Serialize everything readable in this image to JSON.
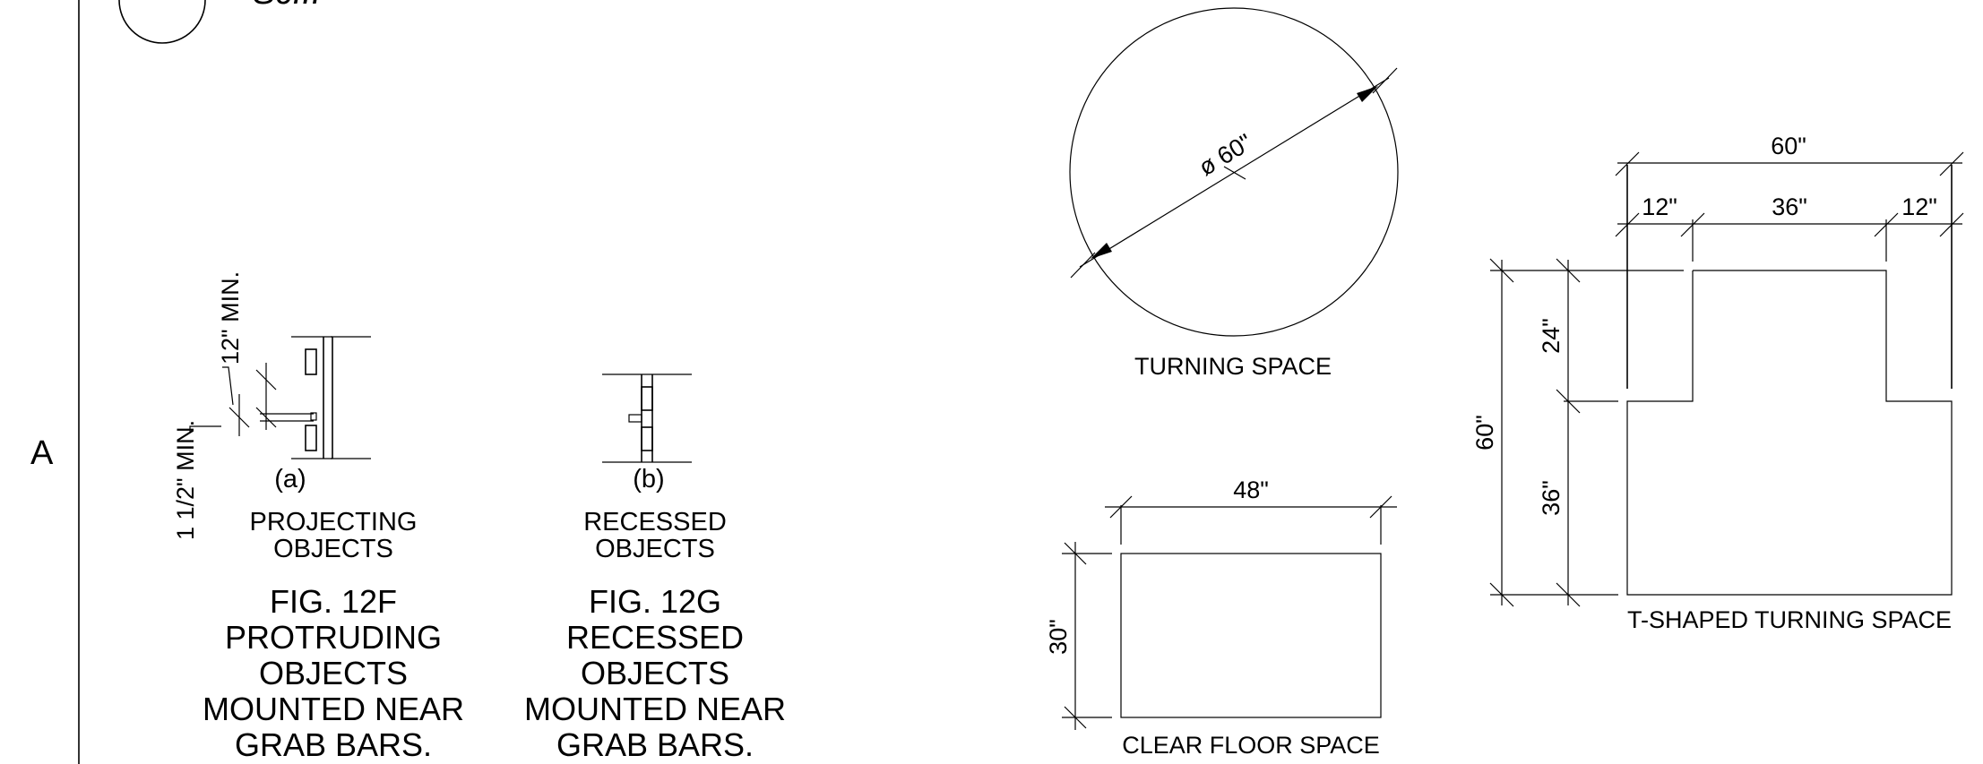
{
  "sheet": {
    "row_marker": "A",
    "title_fragment": "Sc..."
  },
  "detail_12f": {
    "view_label": "(a)",
    "caption": [
      "PROJECTING",
      "OBJECTS"
    ],
    "dim_top": "12\" MIN.",
    "dim_side": "1 1/2\" MIN.",
    "figure": [
      "FIG. 12F",
      "PROTRUDING",
      "OBJECTS",
      "MOUNTED NEAR",
      "GRAB BARS."
    ]
  },
  "detail_12g": {
    "view_label": "(b)",
    "caption": [
      "RECESSED",
      "OBJECTS"
    ],
    "figure": [
      "FIG. 12G",
      "RECESSED",
      "OBJECTS",
      "MOUNTED NEAR",
      "GRAB BARS."
    ]
  },
  "turning_space": {
    "diameter_label": "ø 60\"",
    "caption": "TURNING SPACE"
  },
  "clear_floor_space": {
    "width_label": "48\"",
    "depth_label": "30\"",
    "caption": "CLEAR FLOOR SPACE"
  },
  "t_turning_space": {
    "overall_width": "60\"",
    "left_segment": "12\"",
    "middle_segment": "36\"",
    "right_segment": "12\"",
    "overall_height": "60\"",
    "upper_height": "24\"",
    "lower_height": "36\"",
    "caption": "T-SHAPED TURNING SPACE"
  }
}
